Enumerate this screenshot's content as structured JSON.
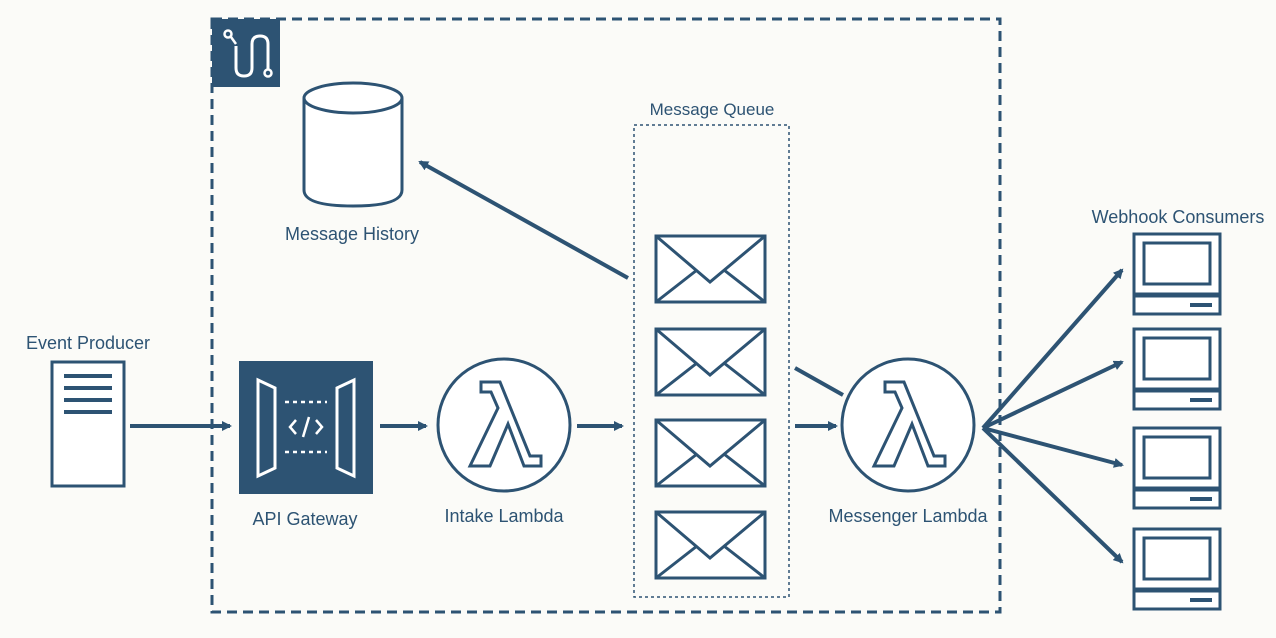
{
  "diagram": {
    "colors": {
      "primary": "#2d5373",
      "background": "#fbfbf8",
      "icon_fill": "#ffffff"
    },
    "nodes": [
      {
        "id": "event-producer",
        "label": "Event Producer",
        "icon": "document-icon"
      },
      {
        "id": "api-gateway",
        "label": "API Gateway",
        "icon": "api-gateway-icon"
      },
      {
        "id": "intake-lambda",
        "label": "Intake Lambda",
        "icon": "lambda-icon"
      },
      {
        "id": "message-queue",
        "label": "Message Queue",
        "icon": "envelope-icon",
        "message_count": 4
      },
      {
        "id": "message-history",
        "label": "Message History",
        "icon": "database-icon"
      },
      {
        "id": "messenger-lambda",
        "label": "Messenger Lambda",
        "icon": "lambda-icon"
      },
      {
        "id": "webhook-consumers",
        "label": "Webhook Consumers",
        "icon": "server-icon",
        "consumer_count": 4
      }
    ],
    "edges": [
      {
        "from": "event-producer",
        "to": "api-gateway"
      },
      {
        "from": "api-gateway",
        "to": "intake-lambda"
      },
      {
        "from": "intake-lambda",
        "to": "message-queue"
      },
      {
        "from": "message-queue",
        "to": "message-history"
      },
      {
        "from": "message-queue",
        "to": "messenger-lambda"
      },
      {
        "from": "messenger-lambda",
        "to": "webhook-consumers"
      }
    ],
    "boundary": {
      "icon": "step-functions-icon"
    }
  }
}
